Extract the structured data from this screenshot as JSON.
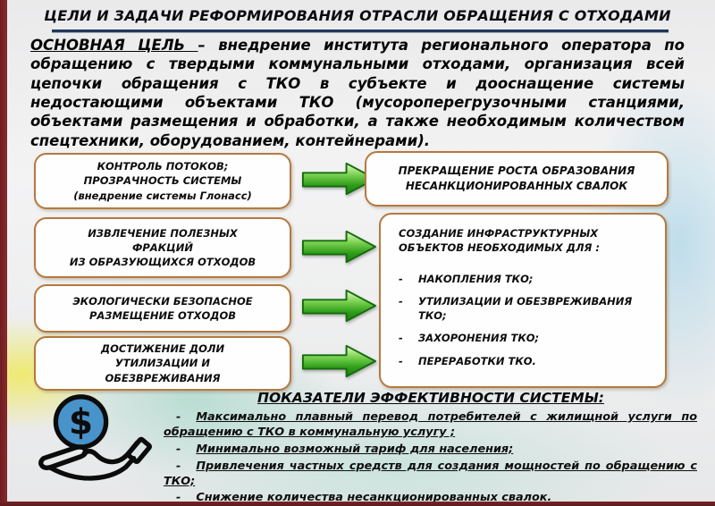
{
  "slide": {
    "title": "ЦЕЛИ И ЗАДАЧИ РЕФОРМИРОВАНИЯ ОТРАСЛИ ОБРАЩЕНИЯ С ОТХОДАМИ",
    "goal": {
      "lead": "ОСНОВНАЯ  ЦЕЛЬ ",
      "sep": "– ",
      "body": "внедрение института регионального оператора по обращению с твердыми коммунальными отходами, организация всей цепочки обращения с ТКО в субъекте и дооснащение системы недостающими объектами ТКО  (мусороперегрузочными станциями, объектами размещения и обработки, а также необходимым количеством спецтехники, оборудованием, контейнерами)."
    },
    "marker": "-",
    "left_boxes": [
      {
        "lines": [
          "КОНТРОЛЬ ПОТОКОВ;",
          "ПРОЗРАЧНОСТЬ СИСТЕМЫ",
          "(внедрение системы Глонасс)"
        ]
      },
      {
        "lines": [
          "ИЗВЛЕЧЕНИЕ ПОЛЕЗНЫХ",
          "ФРАКЦИЙ",
          "ИЗ ОБРАЗУЮЩИХСЯ ОТХОДОВ"
        ]
      },
      {
        "lines": [
          "ЭКОЛОГИЧЕСКИ БЕЗОПАСНОЕ",
          "РАЗМЕЩЕНИЕ ОТХОДОВ"
        ]
      },
      {
        "lines": [
          "ДОСТИЖЕНИЕ ДОЛИ",
          "УТИЛИЗАЦИИ И",
          "ОБЕЗВРЕЖИВАНИЯ"
        ]
      }
    ],
    "right_box_1": {
      "lines": [
        "ПРЕКРАЩЕНИЕ  РОСТА ОБРАЗОВАНИЯ",
        "НЕСАНКЦИОНИРОВАННЫХ СВАЛОК"
      ]
    },
    "right_box_2": {
      "heading": "СОЗДАНИЕ ИНФРАСТРУКТУРНЫХ ОБЪЕКТОВ НЕОБХОДИМЫХ ДЛЯ :",
      "items": [
        "НАКОПЛЕНИЯ ТКО;",
        "УТИЛИЗАЦИИ И ОБЕЗВРЕЖИВАНИЯ ТКО;",
        "ЗАХОРОНЕНИЯ ТКО;",
        "ПЕРЕРАБОТКИ ТКО."
      ]
    },
    "indicators": {
      "heading": "ПОКАЗАТЕЛИ ЭФФЕКТИВНОСТИ СИСТЕМЫ:",
      "items": [
        "Максимально плавный перевод потребителей с жилищной услуги по обращению с ТКО в коммунальную услугу ;",
        "Минимально возможный тариф для населения;",
        "Привлечения частных средств для создания мощностей по обращению с ТКО;",
        "Снижение  количества несанкционированных свалок."
      ]
    },
    "icons": {
      "dollar_symbol": "$",
      "money_hand": "hand-holding-dollar-coin-icon",
      "arrow": "green-arrow-right-icon"
    },
    "colors": {
      "box_border": "#b5793f",
      "arrow_green": "#2f9e1b",
      "title_rule_navy": "#22365c",
      "accent_red_bar": "#7a2326",
      "coin_blue": "#4893c9"
    }
  }
}
